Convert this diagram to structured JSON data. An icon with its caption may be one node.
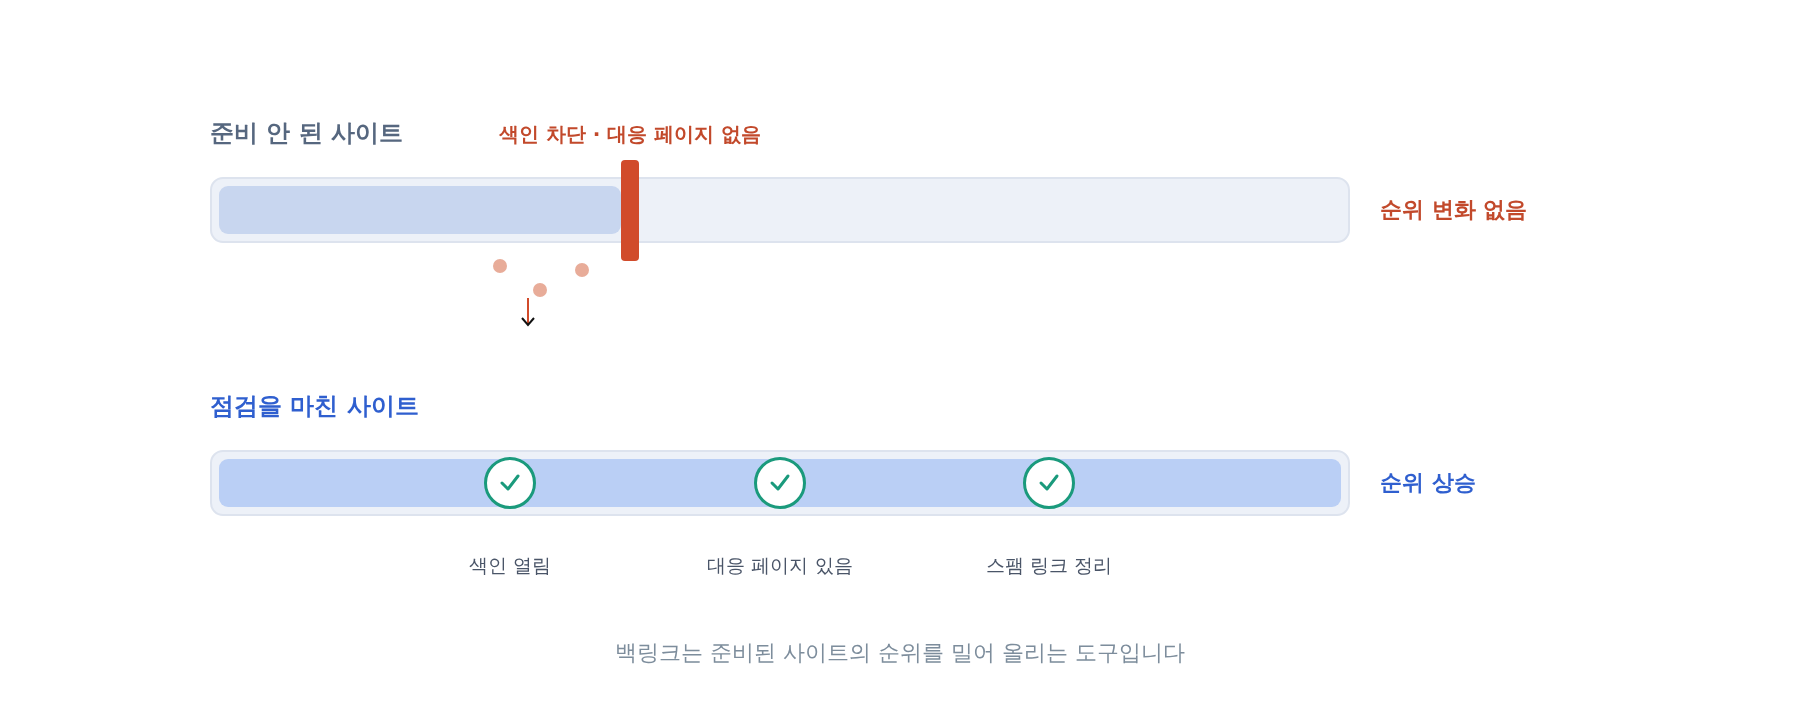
{
  "diagram": {
    "caption": "백링크는 준비된 사이트의 순위를 밀어 올리는 도구입니다",
    "nodes": [
      {
        "text": [
          "준비 안 된 사이트"
        ],
        "beside": [
          "순위 변화 없음"
        ]
      },
      {
        "text": [],
        "shape": "bar",
        "in": 0
      },
      {
        "text": [
          "색인 차단 · 대응 페이지 없음"
        ]
      },
      {
        "text": [
          "점검을 마친 사이트"
        ],
        "beside": [
          "순위 상승"
        ]
      },
      {
        "text": [],
        "shape": "bar",
        "in": 3
      },
      {
        "text": [
          "색인 열림"
        ],
        "in": 4
      },
      {
        "text": [
          "대응 페이지 있음"
        ],
        "in": 4
      },
      {
        "text": [
          "스팸 링크 정리"
        ],
        "in": 4
      }
    ]
  }
}
